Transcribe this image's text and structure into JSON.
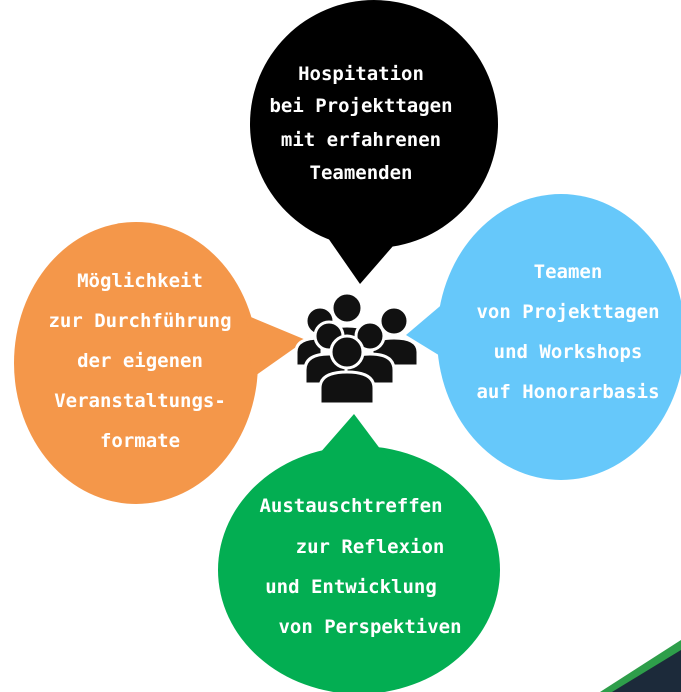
{
  "bubbles": {
    "top": {
      "color": "#000000",
      "lines": [
        "Hospitation",
        "bei Projekttagen",
        "mit erfahrenen",
        "Teamenden"
      ]
    },
    "left": {
      "color": "#F4974A",
      "lines": [
        "Möglichkeit",
        "zur Durchführung",
        "der eigenen",
        "Veranstaltungs-",
        "formate"
      ]
    },
    "right": {
      "color": "#66C8FA",
      "lines": [
        "Teamen",
        "von Projekttagen",
        "und Workshops",
        "auf Honorarbasis"
      ]
    },
    "bottom": {
      "color": "#03AE52",
      "lines": [
        "Austauschtreffen",
        "zur Reflexion",
        "und Entwicklung",
        "von Perspektiven"
      ]
    }
  },
  "center_icon": "group-of-people-icon",
  "corner_decoration": {
    "colors": [
      "#1C2A3A",
      "#2E9E4A"
    ]
  }
}
